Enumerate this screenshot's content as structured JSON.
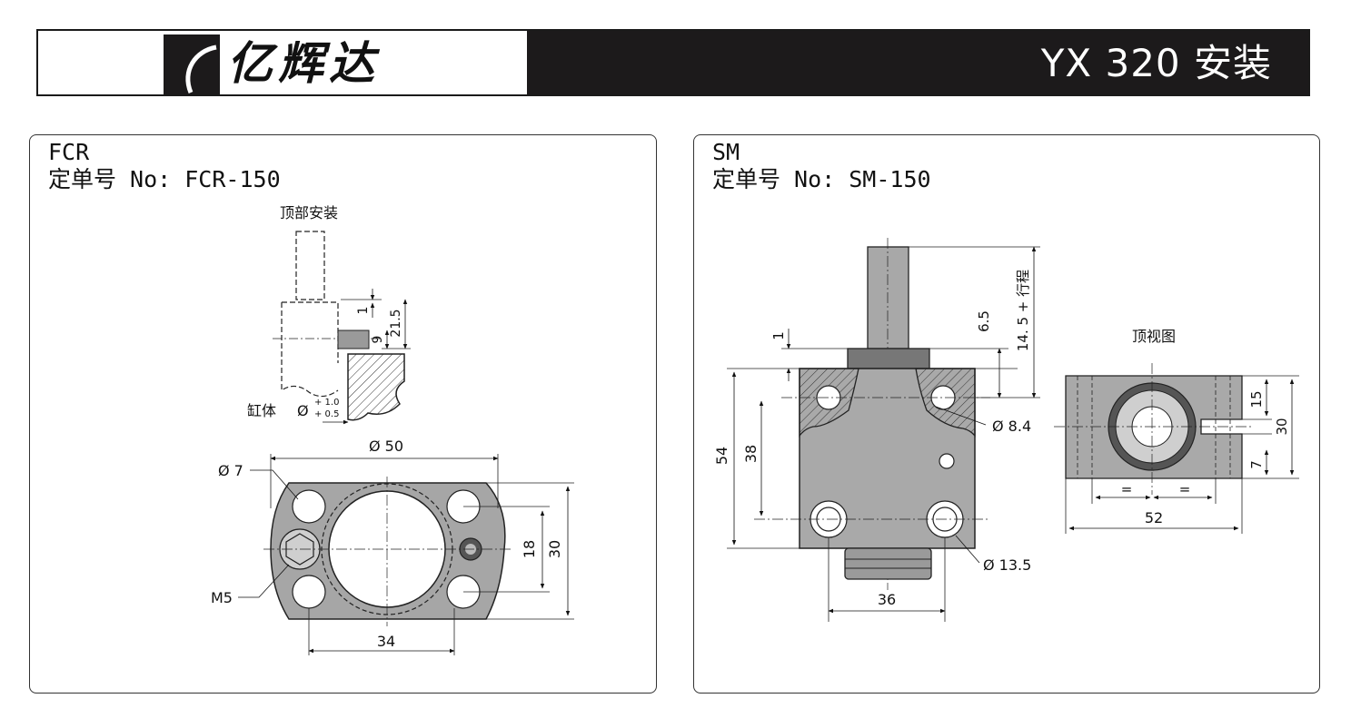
{
  "header": {
    "logo_text": "亿辉达",
    "title": "YX 320 安装"
  },
  "fcr": {
    "model": "FCR",
    "order_line": "定单号 No: FCR-150",
    "top_mount_label": "顶部安装",
    "cylinder_label": "缸体",
    "diameter_symbol": "Ø",
    "tol_upper": "+ 1.0",
    "tol_lower": "+ 0.5",
    "dims": {
      "d1": "1",
      "d9": "9",
      "d21_5": "21.5",
      "dia50": "Ø 50",
      "dia7": "Ø 7",
      "m5": "M5",
      "d18": "18",
      "d30": "30",
      "d34": "34"
    }
  },
  "sm": {
    "model": "SM",
    "order_line": "定单号 No: SM-150",
    "top_view_label": "顶视图",
    "dims": {
      "d1": "1",
      "d6_5": "6.5",
      "stroke": "14. 5 + 行程",
      "d54": "54",
      "d38": "38",
      "dia8_4": "Ø 8.4",
      "dia13_5": "Ø 13.5",
      "d36": "36",
      "d15": "15",
      "d30": "30",
      "d7": "7",
      "eq1": "=",
      "eq2": "=",
      "d52": "52"
    }
  }
}
